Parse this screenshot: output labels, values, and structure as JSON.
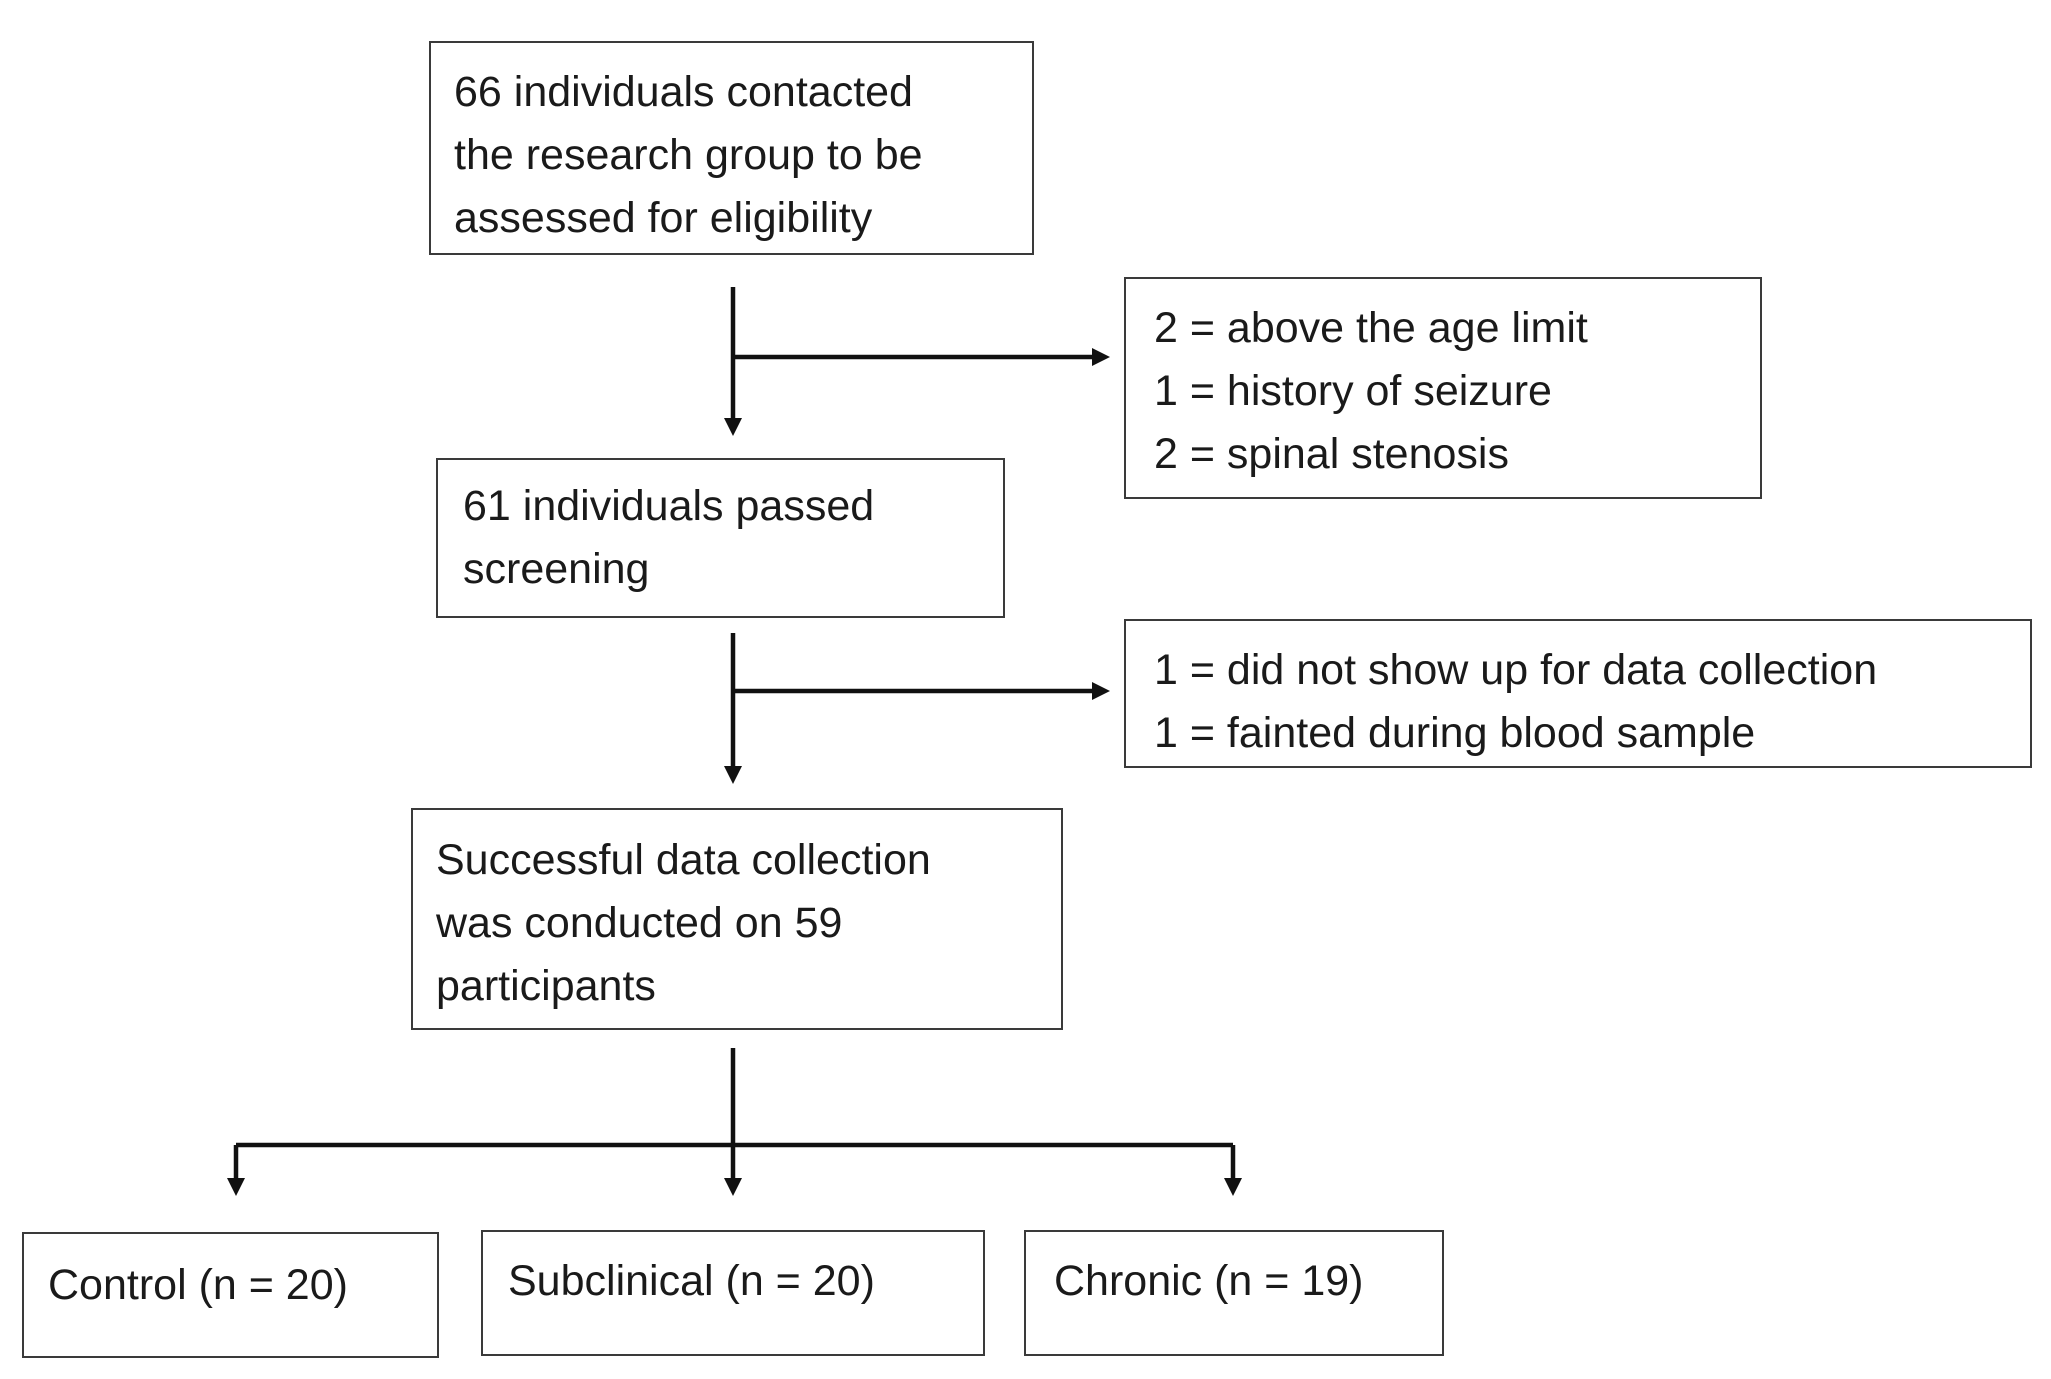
{
  "flow": {
    "contacted": {
      "lines": [
        "66 individuals contacted",
        "the research group to be",
        "assessed for eligibility"
      ]
    },
    "exclusion_screening": {
      "lines": [
        "2 = above the age limit",
        "1 = history of seizure",
        "2 = spinal stenosis"
      ]
    },
    "passed_screening": {
      "lines": [
        "61 individuals passed",
        "screening"
      ]
    },
    "exclusion_collection": {
      "lines": [
        "1 = did not show up for data collection",
        "1 = fainted during blood sample"
      ]
    },
    "successful_collection": {
      "lines": [
        "Successful data collection",
        "was conducted on 59",
        "participants"
      ]
    },
    "groups": [
      {
        "label": "Control (n = 20)"
      },
      {
        "label": "Subclinical (n = 20)"
      },
      {
        "label": "Chronic (n = 19)"
      }
    ]
  },
  "colors": {
    "line": "#111111",
    "border": "#3a3a3a",
    "text": "#1a1a1a",
    "background": "#ffffff"
  }
}
